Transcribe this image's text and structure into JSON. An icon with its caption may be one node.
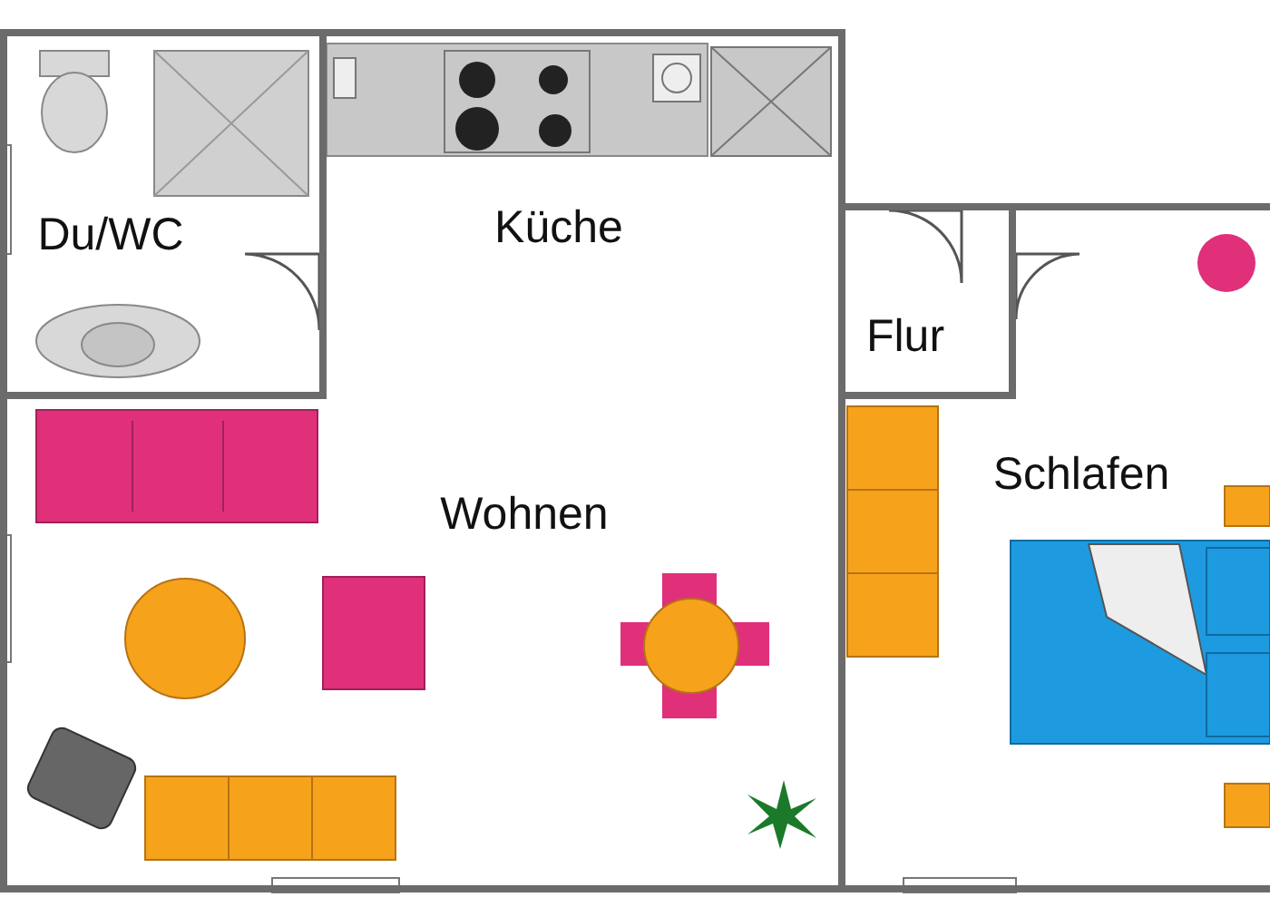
{
  "diagram": {
    "nodes": [
      {
        "text": [
          "Du/WC"
        ]
      },
      {
        "text": [
          "Küche"
        ]
      },
      {
        "text": [
          "Flur"
        ]
      },
      {
        "text": [
          "Wohnen"
        ]
      },
      {
        "text": [
          "Schlafen"
        ]
      }
    ]
  }
}
